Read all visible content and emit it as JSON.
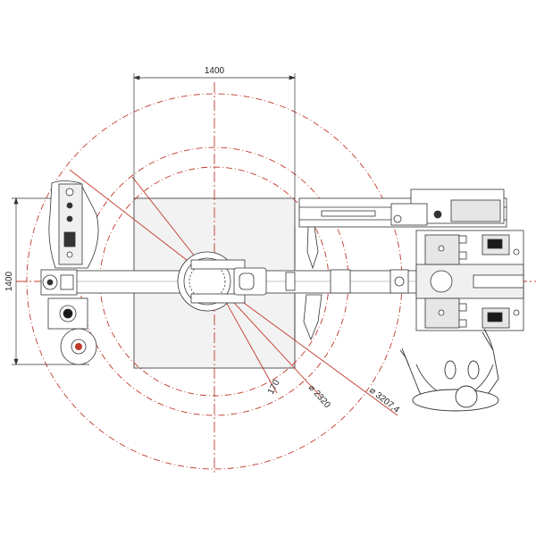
{
  "drawing": {
    "dimension_top": "1400",
    "dimension_left": "1400",
    "dim_170": "170",
    "dim_2320": "⌀ 2320",
    "dim_3207": "⌀ 3207,4"
  },
  "colors": {
    "line": "#333333",
    "light": "#888888",
    "red": "#c0392b",
    "panel": "#e6e6e6",
    "dark": "#1a1a1a"
  }
}
